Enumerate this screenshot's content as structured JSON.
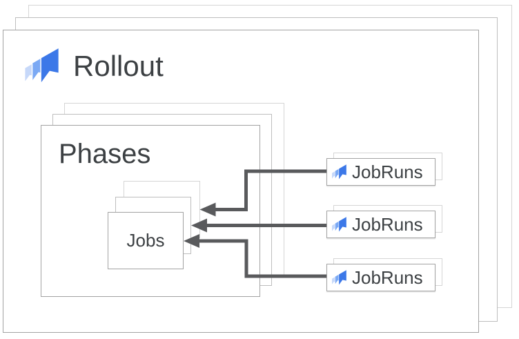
{
  "rollout": {
    "label": "Rollout"
  },
  "phases": {
    "label": "Phases"
  },
  "jobs": {
    "label": "Jobs"
  },
  "jobruns": {
    "items": [
      {
        "label": "JobRuns"
      },
      {
        "label": "JobRuns"
      },
      {
        "label": "JobRuns"
      }
    ]
  },
  "icon": {
    "name": "cloud-deploy-icon"
  },
  "colors": {
    "text": "#3C4043",
    "arrow": "#595A5C",
    "icon_blue_large": "#3C78E8",
    "icon_blue_mid": "#7BA9F4",
    "icon_blue_small": "#C6D8F9",
    "border_front": "#A2A2A2",
    "border_mid": "#BDBDBD",
    "border_back": "#D5D5D5"
  }
}
